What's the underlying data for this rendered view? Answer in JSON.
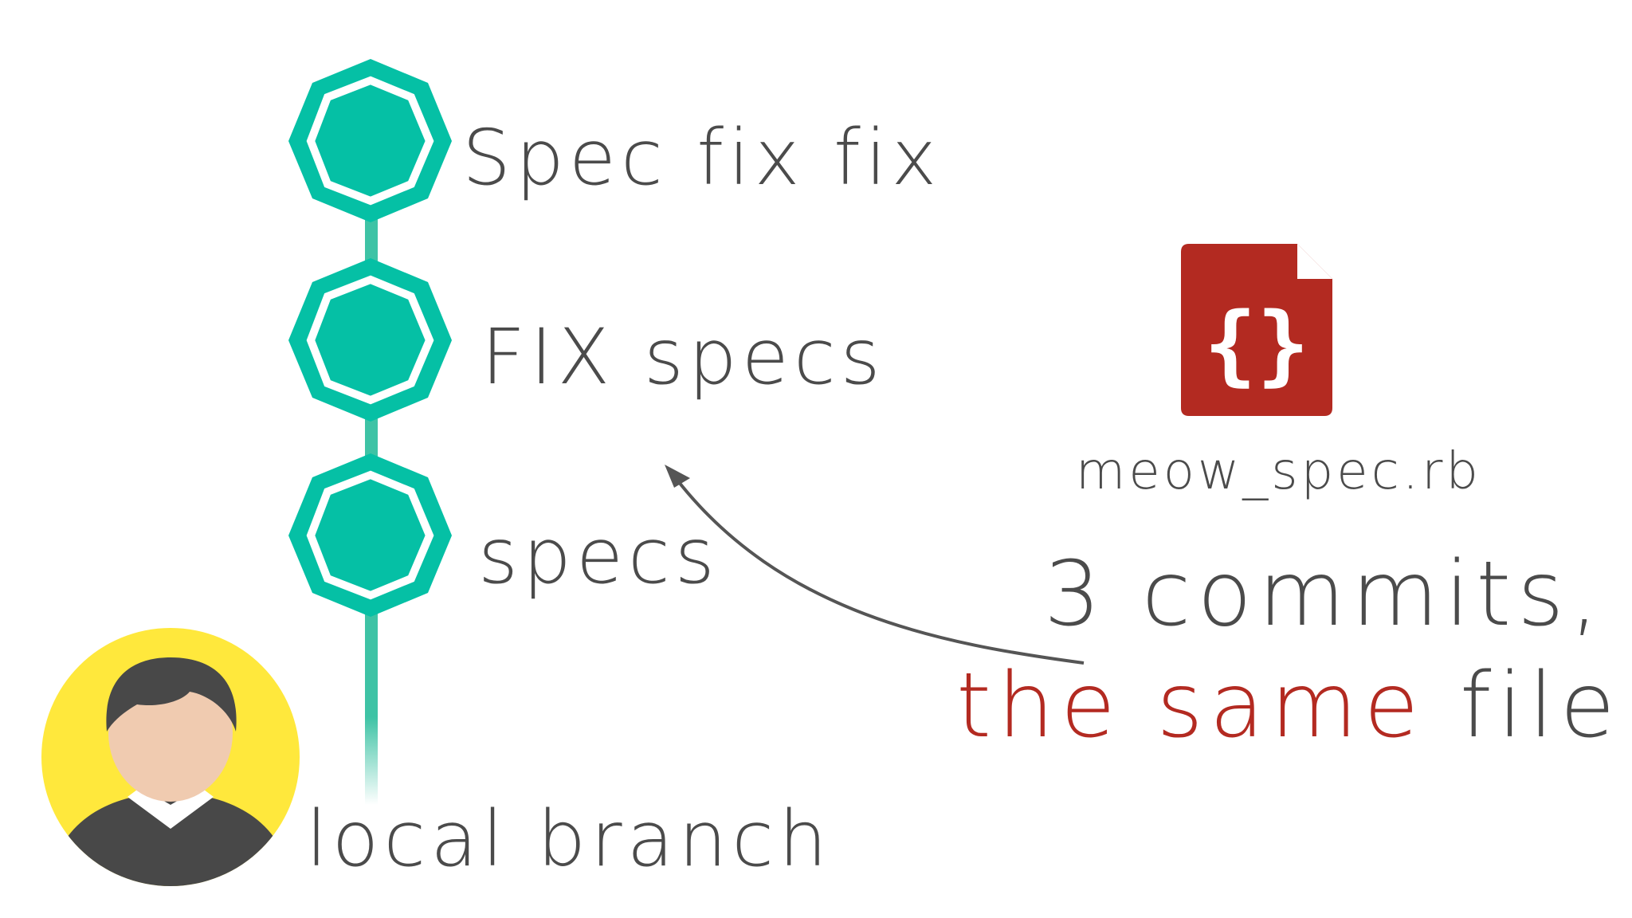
{
  "commits": [
    {
      "label": "Spec fix fix"
    },
    {
      "label": "FIX specs"
    },
    {
      "label": "specs"
    }
  ],
  "branch": {
    "label": "local branch"
  },
  "file": {
    "name": "meow_spec.rb",
    "icon": "code-file-icon",
    "glyph": "{}"
  },
  "caption": {
    "line1": "3 commits,",
    "line2_accent": "the same",
    "line2_rest": " file"
  },
  "colors": {
    "commit_node": "#05c0a5",
    "branch_line": "#3ec3a5",
    "file_icon": "#b32a21",
    "accent_text": "#b32a21",
    "avatar_bg": "#ffe83c",
    "text": "#4b4b4b"
  }
}
